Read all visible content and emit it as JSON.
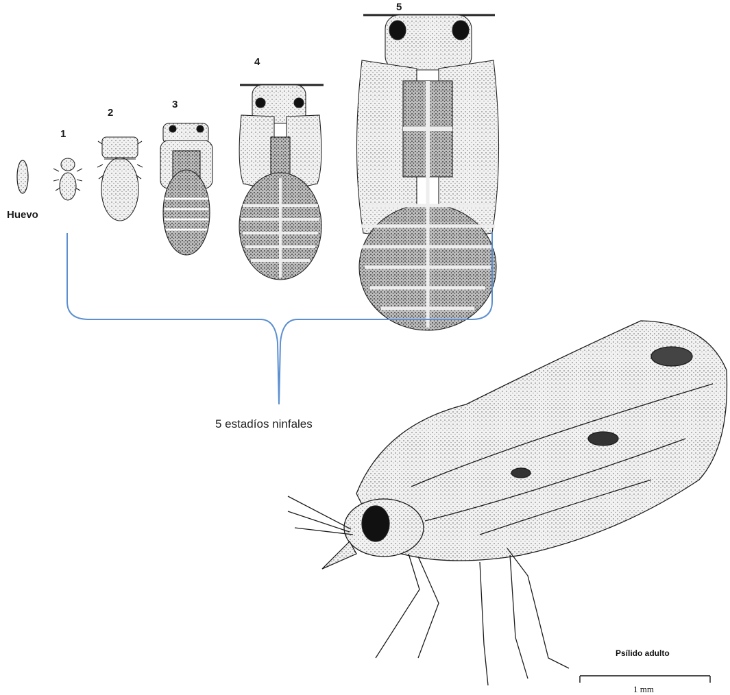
{
  "labels": {
    "egg": "Huevo",
    "instar_1": "1",
    "instar_2": "2",
    "instar_3": "3",
    "instar_4": "4",
    "instar_5": "5",
    "bracket_caption": "5 estadíos ninfales",
    "adult_title": "Psílido adulto",
    "scale_unit": "1 mm"
  },
  "colors": {
    "bracket": "#5b8fd1",
    "ink": "#1c1c1c",
    "paper": "#ffffff",
    "wash": "#e6e6e6"
  }
}
